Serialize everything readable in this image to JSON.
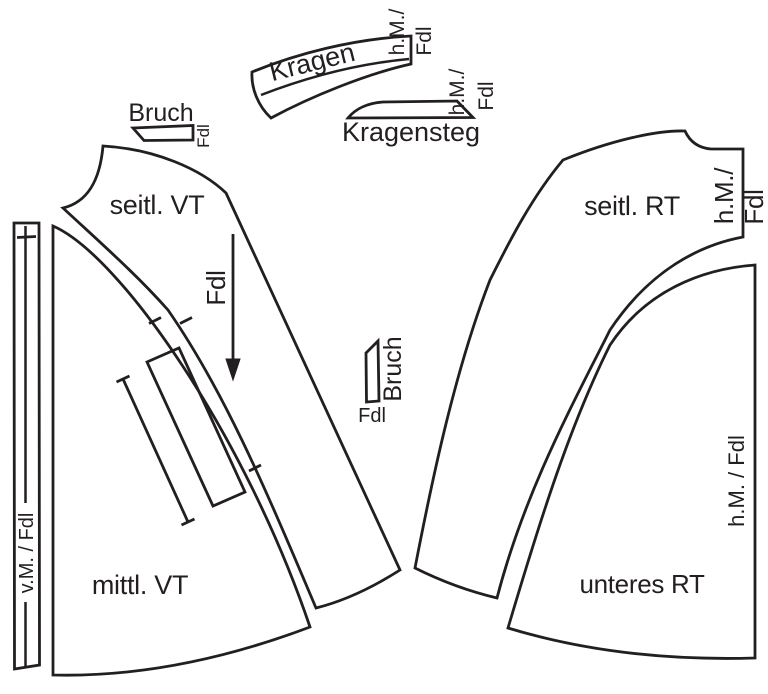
{
  "pieces": {
    "kragen": {
      "name": "Kragen",
      "grain1": "h.M./",
      "grain2": "Fdl"
    },
    "kragensteg": {
      "name": "Kragensteg",
      "grain1": "h.M./",
      "grain2": "Fdl"
    },
    "bruch_strip_top": {
      "fold": "Bruch",
      "grain": "Fdl"
    },
    "seitl_vt": {
      "name": "seitl. VT",
      "grain": "Fdl"
    },
    "vorderes_mitte_strip": {
      "grain": "v.M. / Fdl"
    },
    "mittl_vt": {
      "name": "mittl. VT"
    },
    "bruch_strip_mid": {
      "fold": "Bruch",
      "grain": "Fdl"
    },
    "seitl_rt": {
      "name": "seitl. RT",
      "grain1": "h.M./",
      "grain2": "Fdl"
    },
    "unteres_rt": {
      "name": "unteres RT",
      "grain": "h.M. / Fdl"
    }
  },
  "colors": {
    "line": "#231f20",
    "background": "#ffffff"
  }
}
